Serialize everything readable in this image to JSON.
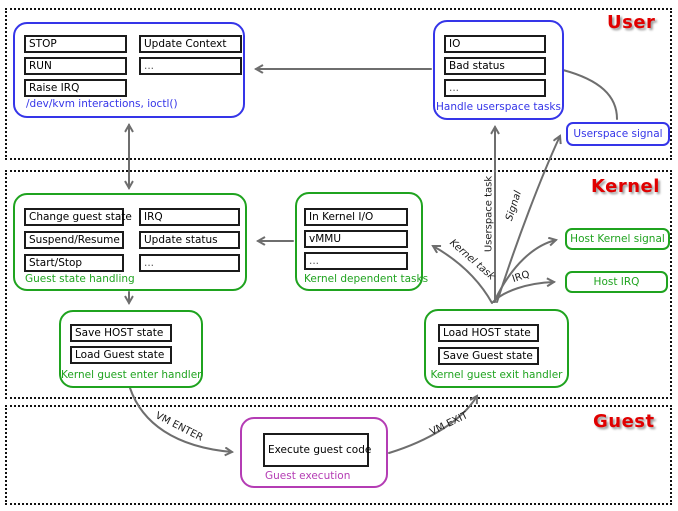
{
  "regions": {
    "user": "User",
    "kernel": "Kernel",
    "guest": "Guest"
  },
  "boxes": {
    "dev_kvm": {
      "caption": "/dev/kvm interactions, ioctl()",
      "col1": [
        "STOP",
        "RUN",
        "Raise IRQ"
      ],
      "col2": [
        "Update Context",
        "..."
      ]
    },
    "handle_userspace": {
      "caption": "Handle userspace tasks",
      "items": [
        "IO",
        "Bad status",
        "..."
      ]
    },
    "userspace_signal": {
      "label": "Userspace signal"
    },
    "guest_state": {
      "caption": "Guest state handling",
      "col1": [
        "Change guest state",
        "Suspend/Resume",
        "Start/Stop"
      ],
      "col2": [
        "IRQ",
        "Update status",
        "..."
      ]
    },
    "kernel_dep": {
      "caption": "Kernel dependent tasks",
      "items": [
        "In Kernel I/O",
        "vMMU",
        "..."
      ]
    },
    "host_kernel_signal": {
      "label": "Host Kernel signal"
    },
    "host_irq": {
      "label": "Host IRQ"
    },
    "enter_handler": {
      "caption": "Kernel guest enter handler",
      "items": [
        "Save HOST state",
        "Load Guest state"
      ]
    },
    "exit_handler": {
      "caption": "Kernel guest exit handler",
      "items": [
        "Load HOST state",
        "Save Guest state"
      ]
    },
    "guest_exec": {
      "caption": "Guest execution",
      "items": [
        "Execute guest code"
      ]
    }
  },
  "edge_labels": {
    "userspace_task": "Userspace task",
    "signal": "Signal",
    "kernel_task": "Kernel task",
    "irq": "IRQ",
    "vm_enter": "VM ENTER",
    "vm_exit": "VM EXIT"
  },
  "colors": {
    "blue_accent": "#3535e8",
    "green_accent": "#1fa31f",
    "magenta_accent": "#b43cb4",
    "region_label_red": "#e00000",
    "arrow_gray": "#6e6e6e"
  }
}
